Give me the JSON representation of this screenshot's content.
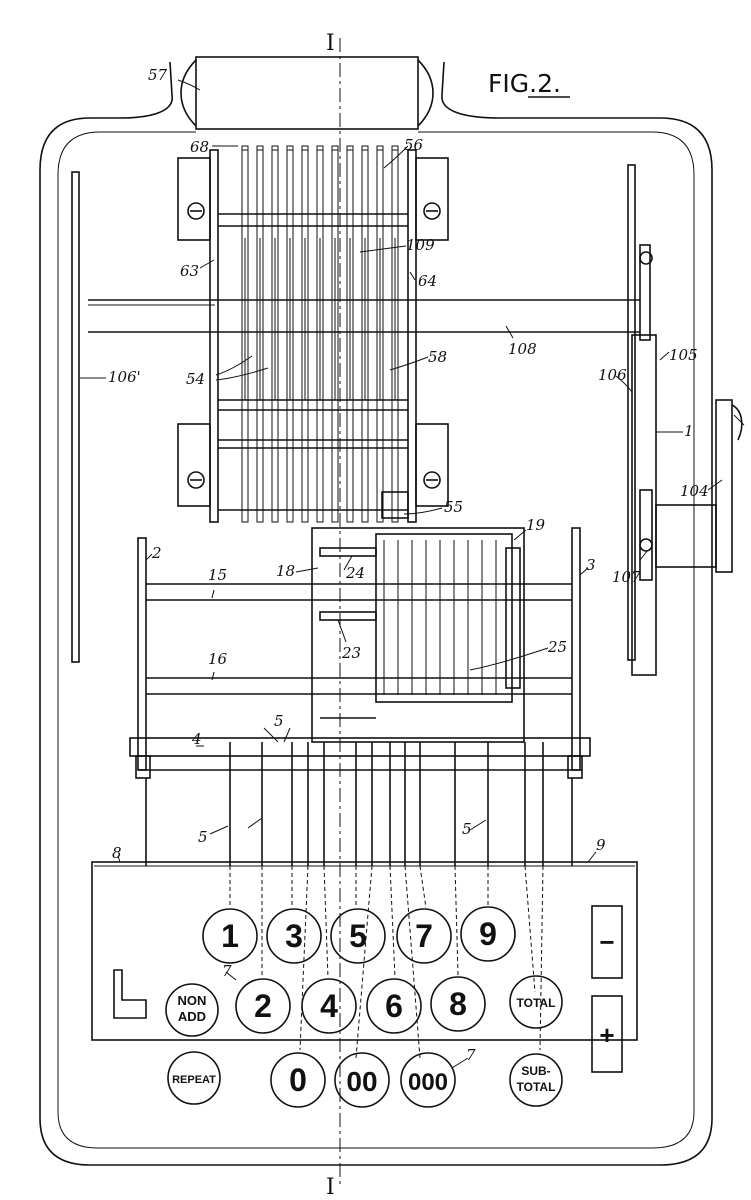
{
  "figure": {
    "title": "FIG.2.",
    "section_mark_top": "I",
    "section_mark_bottom": "I"
  },
  "keys": {
    "k1": "1",
    "k2": "2",
    "k3": "3",
    "k4": "4",
    "k5": "5",
    "k6": "6",
    "k7": "7",
    "k8": "8",
    "k9": "9",
    "k0": "0",
    "k00": "00",
    "k000": "000",
    "non_add_line1": "NON",
    "non_add_line2": "ADD",
    "repeat": "REPEAT",
    "total": "TOTAL",
    "subtotal_line1": "SUB-",
    "subtotal_line2": "TOTAL",
    "minus": "−",
    "plus": "+"
  },
  "refs": {
    "r57": "57",
    "r68": "68",
    "r56": "56",
    "r109": "109",
    "r63": "63",
    "r64": "64",
    "r108": "108",
    "r105": "105",
    "r106p": "106'",
    "r106": "106",
    "r54": "54",
    "r58": "58",
    "r1": "1",
    "r104": "104",
    "r55": "55",
    "r19": "19",
    "r18": "18",
    "r24": "24",
    "r2": "2",
    "r3": "3",
    "r15": "15",
    "r23": "23",
    "r25": "25",
    "r107": "107",
    "r16": "16",
    "r4": "4",
    "r5a": "5",
    "r5b": "5",
    "r5c": "5",
    "r8": "8",
    "r9": "9",
    "r7a": "7",
    "r7b": "7"
  }
}
